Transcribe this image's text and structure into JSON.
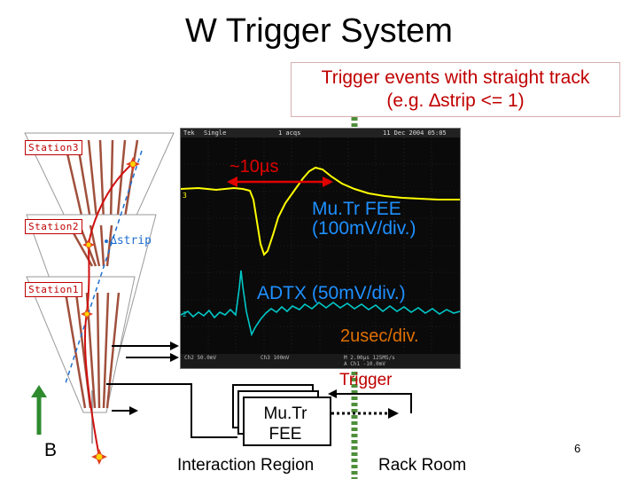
{
  "title": "W Trigger System",
  "callout": {
    "line1": "Trigger events with straight track",
    "line2": "(e.g. ∆strip <= 1)"
  },
  "stations": [
    "Station3",
    "Station2",
    "Station1"
  ],
  "strip_label": "∆strip",
  "scope": {
    "header_left": "Tek",
    "header_mid": "Single",
    "header_samples": "1 acqs",
    "header_right": "11 Dec 2004 05:05",
    "pulse_width": "~10µs",
    "fee_label_line1": "Mu.Tr FEE",
    "fee_label_line2": "(100mV/div.)",
    "adtx_label": "ADTX (50mV/div.)",
    "timebase": "2usec/div.",
    "footer_ch2": "Ch2  50.0mV",
    "footer_ch3": "Ch3  100mV",
    "footer_time": "M 2.00µs  125MS/s",
    "footer_trig": "A  Ch1  -10.0mV"
  },
  "fee_box": {
    "line1": "Mu.Tr",
    "line2": "FEE"
  },
  "trigger_label": "Trigger",
  "field_label": "B",
  "interaction_region": "Interaction Region",
  "rack_room": "Rack Room",
  "page_number": "6",
  "colors": {
    "callout_text": "#c00000",
    "station_label": "#c00000",
    "strip": "#a0503c",
    "scope_fee_trace": "#ffff00",
    "scope_adtx_trace": "#00c8c8",
    "scope_text": "#1e90ff",
    "wall": "#4e8f3a",
    "field_arrow": "#2e8b2e",
    "burst": "#e04020",
    "pulse_arrow": "#e00000"
  }
}
